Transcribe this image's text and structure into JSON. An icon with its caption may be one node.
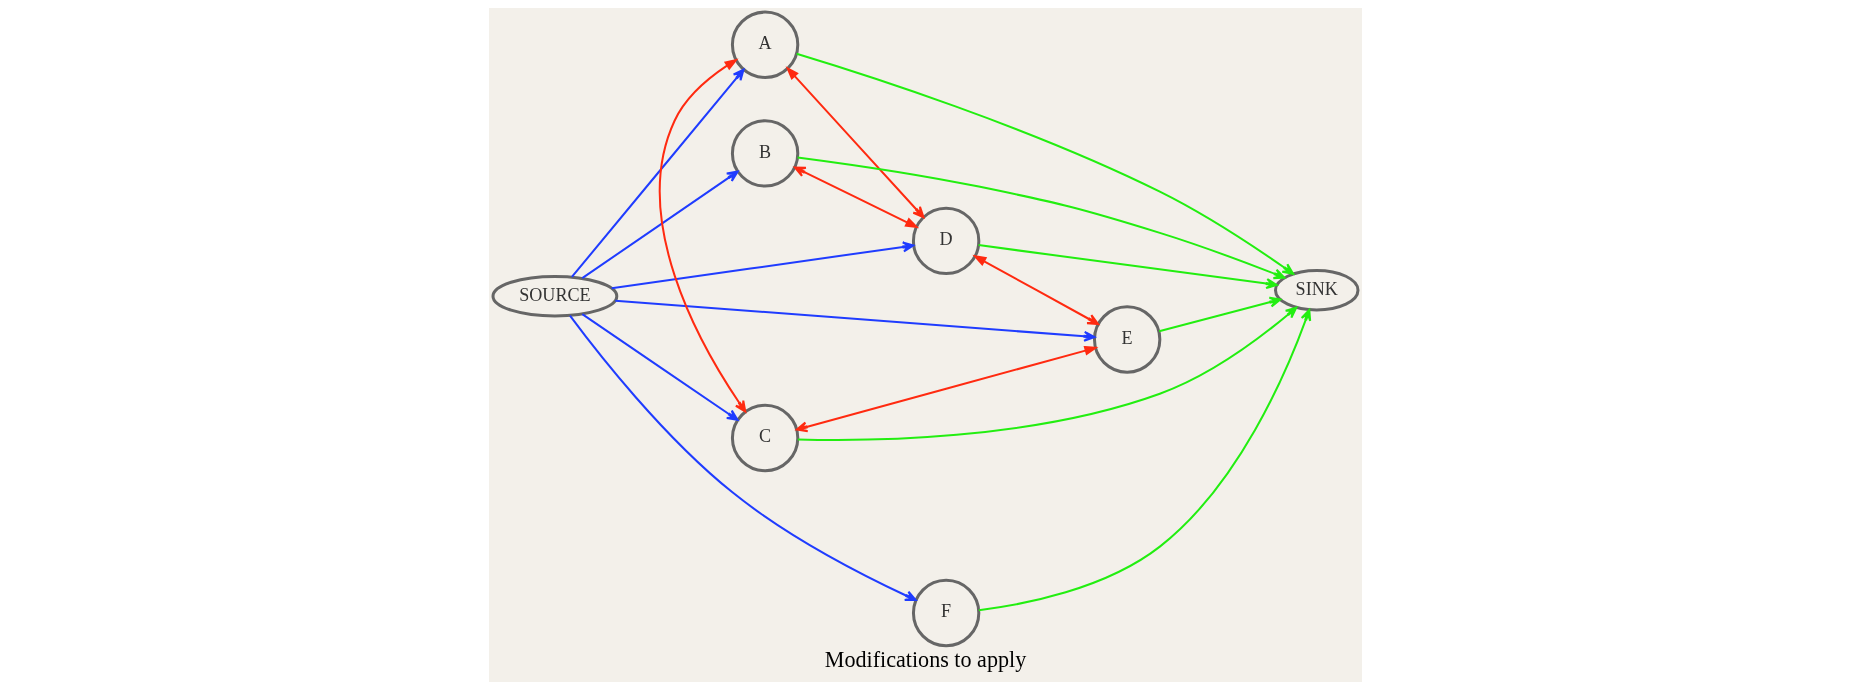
{
  "diagram": {
    "caption": "Modifications to apply",
    "nodes": [
      {
        "text": [
          "SOURCE"
        ]
      },
      {
        "text": [
          "A"
        ]
      },
      {
        "text": [
          "D"
        ]
      },
      {
        "text": [
          "B"
        ]
      },
      {
        "text": [
          "E"
        ]
      },
      {
        "text": [
          "C"
        ]
      },
      {
        "text": [
          "F"
        ]
      },
      {
        "text": [
          "SINK"
        ]
      }
    ],
    "edges": [
      {
        "from": 0,
        "to": 2,
        "arrow": "to",
        "color": "#1f3cff"
      },
      {
        "from": 0,
        "to": 1,
        "arrow": "to",
        "color": "#1f3cff"
      },
      {
        "from": 0,
        "to": 3,
        "arrow": "to",
        "color": "#1f3cff"
      },
      {
        "from": 0,
        "to": 5,
        "arrow": "to",
        "color": "#1f3cff"
      },
      {
        "from": 0,
        "to": 6,
        "arrow": "to",
        "color": "#1f3cff"
      },
      {
        "from": 0,
        "to": 4,
        "arrow": "to",
        "color": "#1f3cff"
      },
      {
        "from": 1,
        "to": 2,
        "arrow": "both",
        "color": "#ff2a10"
      },
      {
        "from": 2,
        "to": 3,
        "arrow": "both",
        "color": "#ff2a10"
      },
      {
        "from": 1,
        "to": 5,
        "arrow": "both",
        "color": "#ff2a10"
      },
      {
        "from": 2,
        "to": 4,
        "arrow": "both",
        "color": "#ff2a10"
      },
      {
        "from": 4,
        "to": 5,
        "arrow": "both",
        "color": "#ff2a10"
      },
      {
        "from": 1,
        "to": 7,
        "arrow": "to",
        "color": "#22ee10"
      },
      {
        "from": 2,
        "to": 7,
        "arrow": "to",
        "color": "#22ee10"
      },
      {
        "from": 3,
        "to": 7,
        "arrow": "to",
        "color": "#22ee10"
      },
      {
        "from": 4,
        "to": 7,
        "arrow": "to",
        "color": "#22ee10"
      },
      {
        "from": 6,
        "to": 7,
        "arrow": "to",
        "color": "#22ee10"
      },
      {
        "from": 5,
        "to": 7,
        "arrow": "to",
        "color": "#22ee10"
      }
    ]
  }
}
